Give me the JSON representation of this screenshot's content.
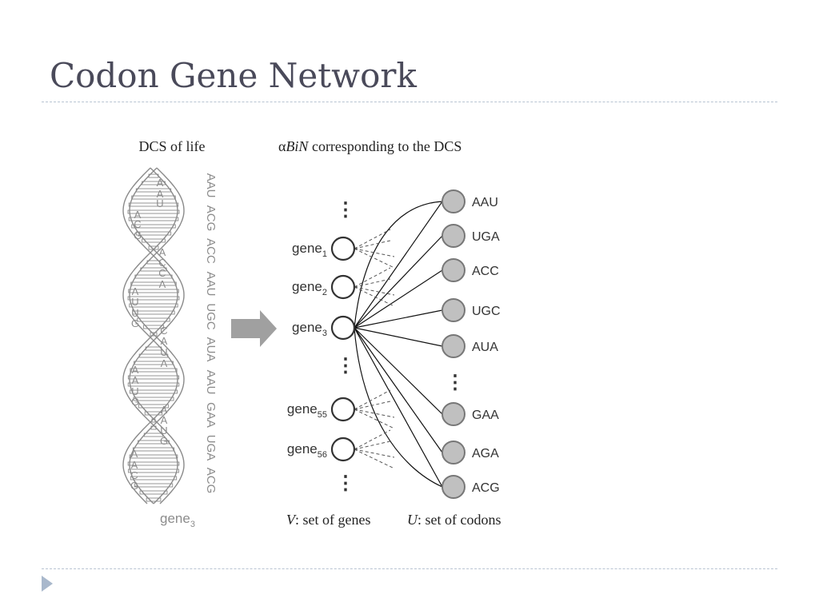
{
  "slide": {
    "title": "Codon Gene Network"
  },
  "left_panel": {
    "heading": "DCS of life",
    "codon_column": [
      "AAU",
      "ACG",
      "ACC",
      "AAU",
      "UGC",
      "AUA",
      "AAU",
      "GAA",
      "UGA",
      "ACG"
    ],
    "helix_letters": [
      "A",
      "A",
      "U",
      "A",
      "C",
      "G",
      "A",
      "C",
      "C",
      "A",
      "A",
      "U",
      "U",
      "G",
      "C",
      "A",
      "U",
      "A",
      "A",
      "A",
      "U",
      "G",
      "A",
      "A",
      "U",
      "G",
      "A",
      "A",
      "C",
      "G"
    ],
    "caption_base": "gene",
    "caption_sub": "3"
  },
  "right_panel": {
    "heading_prefix": "α",
    "heading_italic": "BiN",
    "heading_rest": " corresponding to the DCS",
    "genes": [
      {
        "base": "gene",
        "sub": "1"
      },
      {
        "base": "gene",
        "sub": "2"
      },
      {
        "base": "gene",
        "sub": "3"
      },
      {
        "base": "gene",
        "sub": "55"
      },
      {
        "base": "gene",
        "sub": "56"
      }
    ],
    "codons": [
      "AAU",
      "UGA",
      "ACC",
      "UGC",
      "AUA",
      "GAA",
      "AGA",
      "ACG"
    ],
    "ellipsis": "⋮",
    "genes_set_var": "V",
    "genes_set_label": ": set of genes",
    "codons_set_var": "U",
    "codons_set_label": ": set of codons"
  },
  "colors": {
    "title": "#4a4a5a",
    "divider": "#b8c4d2",
    "arrow": "#a0a0a0",
    "codon_node": "#c0c0c0",
    "helix": "#8a8a8a",
    "dna_text": "#8c8c8c"
  }
}
